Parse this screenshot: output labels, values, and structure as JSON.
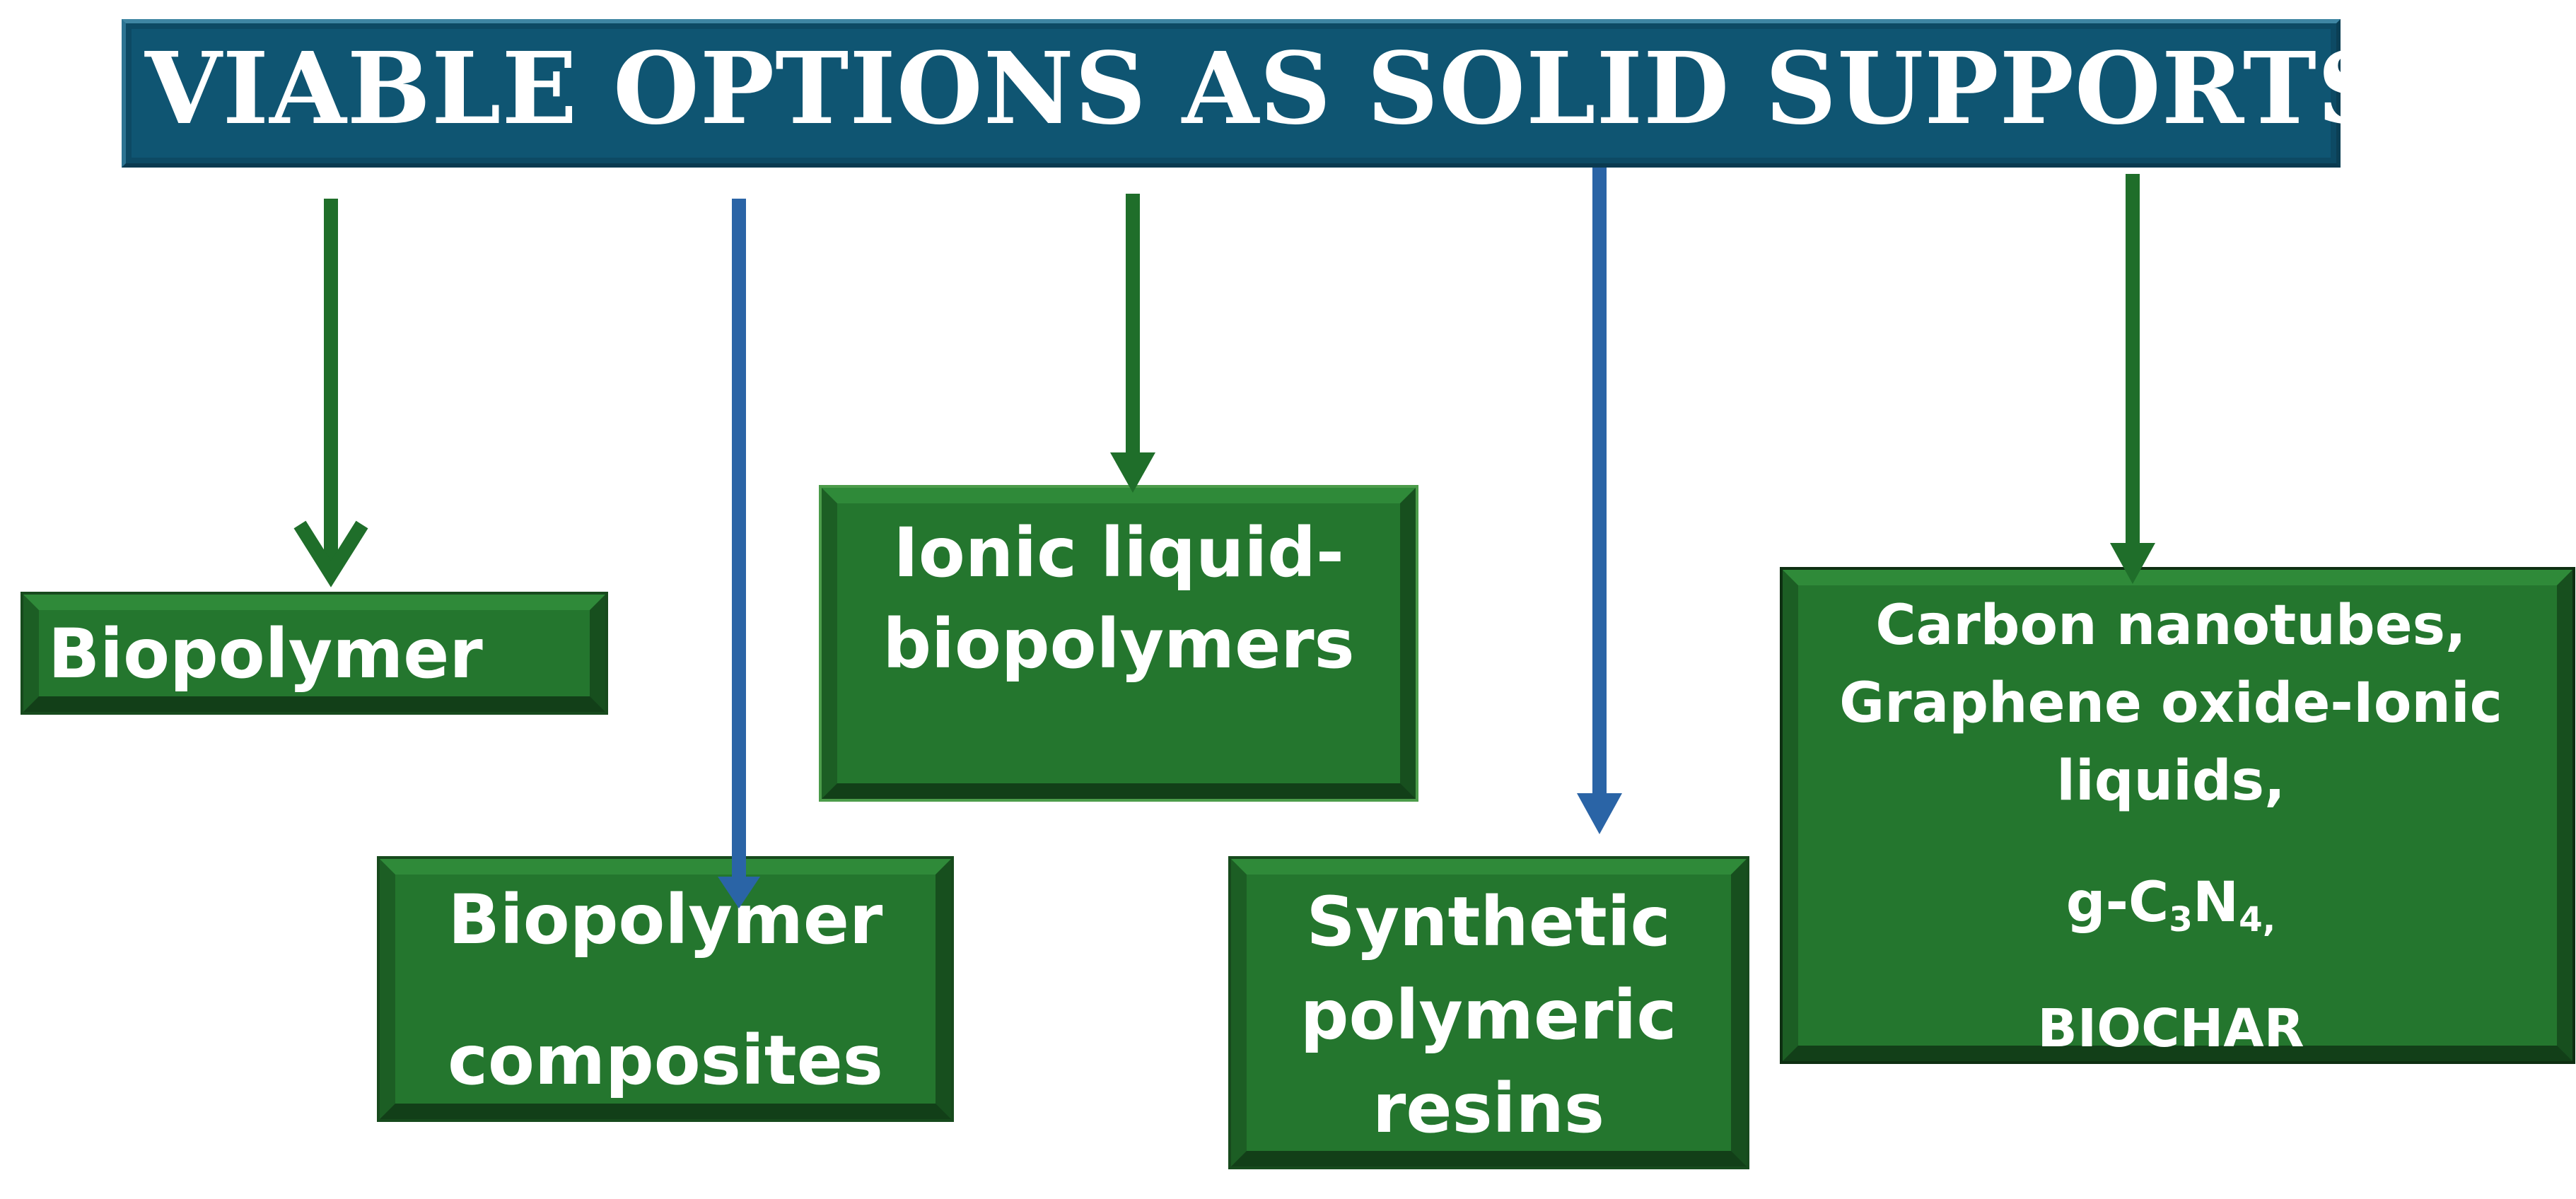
{
  "title": "VIABLE OPTIONS AS SOLID SUPPORTS",
  "colors": {
    "banner": "#0f5572",
    "box_fill": "#24762e",
    "arrow_green": "#1f6e2a",
    "arrow_blue": "#2a64a6",
    "text": "#ffffff"
  },
  "nodes": {
    "biopolymer": {
      "label": "Biopolymer"
    },
    "composites": {
      "line1": "Biopolymer",
      "line2": "composites"
    },
    "ionic": {
      "line1": "Ionic liquid-",
      "line2": "biopolymers"
    },
    "synthetic": {
      "line1": "Synthetic",
      "line2": "polymeric",
      "line3": "resins"
    },
    "carbon": {
      "line1": "Carbon nanotubes,",
      "line2": "Graphene oxide-Ionic",
      "line3": "liquids,",
      "gcn_prefix": "g-C",
      "gcn_sub1": "3",
      "gcn_mid": "N",
      "gcn_sub2": "4,",
      "line5": "BIOCHAR"
    }
  },
  "arrows": [
    {
      "to": "biopolymer",
      "color": "green"
    },
    {
      "to": "composites",
      "color": "blue"
    },
    {
      "to": "ionic",
      "color": "green"
    },
    {
      "to": "synthetic",
      "color": "blue"
    },
    {
      "to": "carbon",
      "color": "green"
    }
  ]
}
